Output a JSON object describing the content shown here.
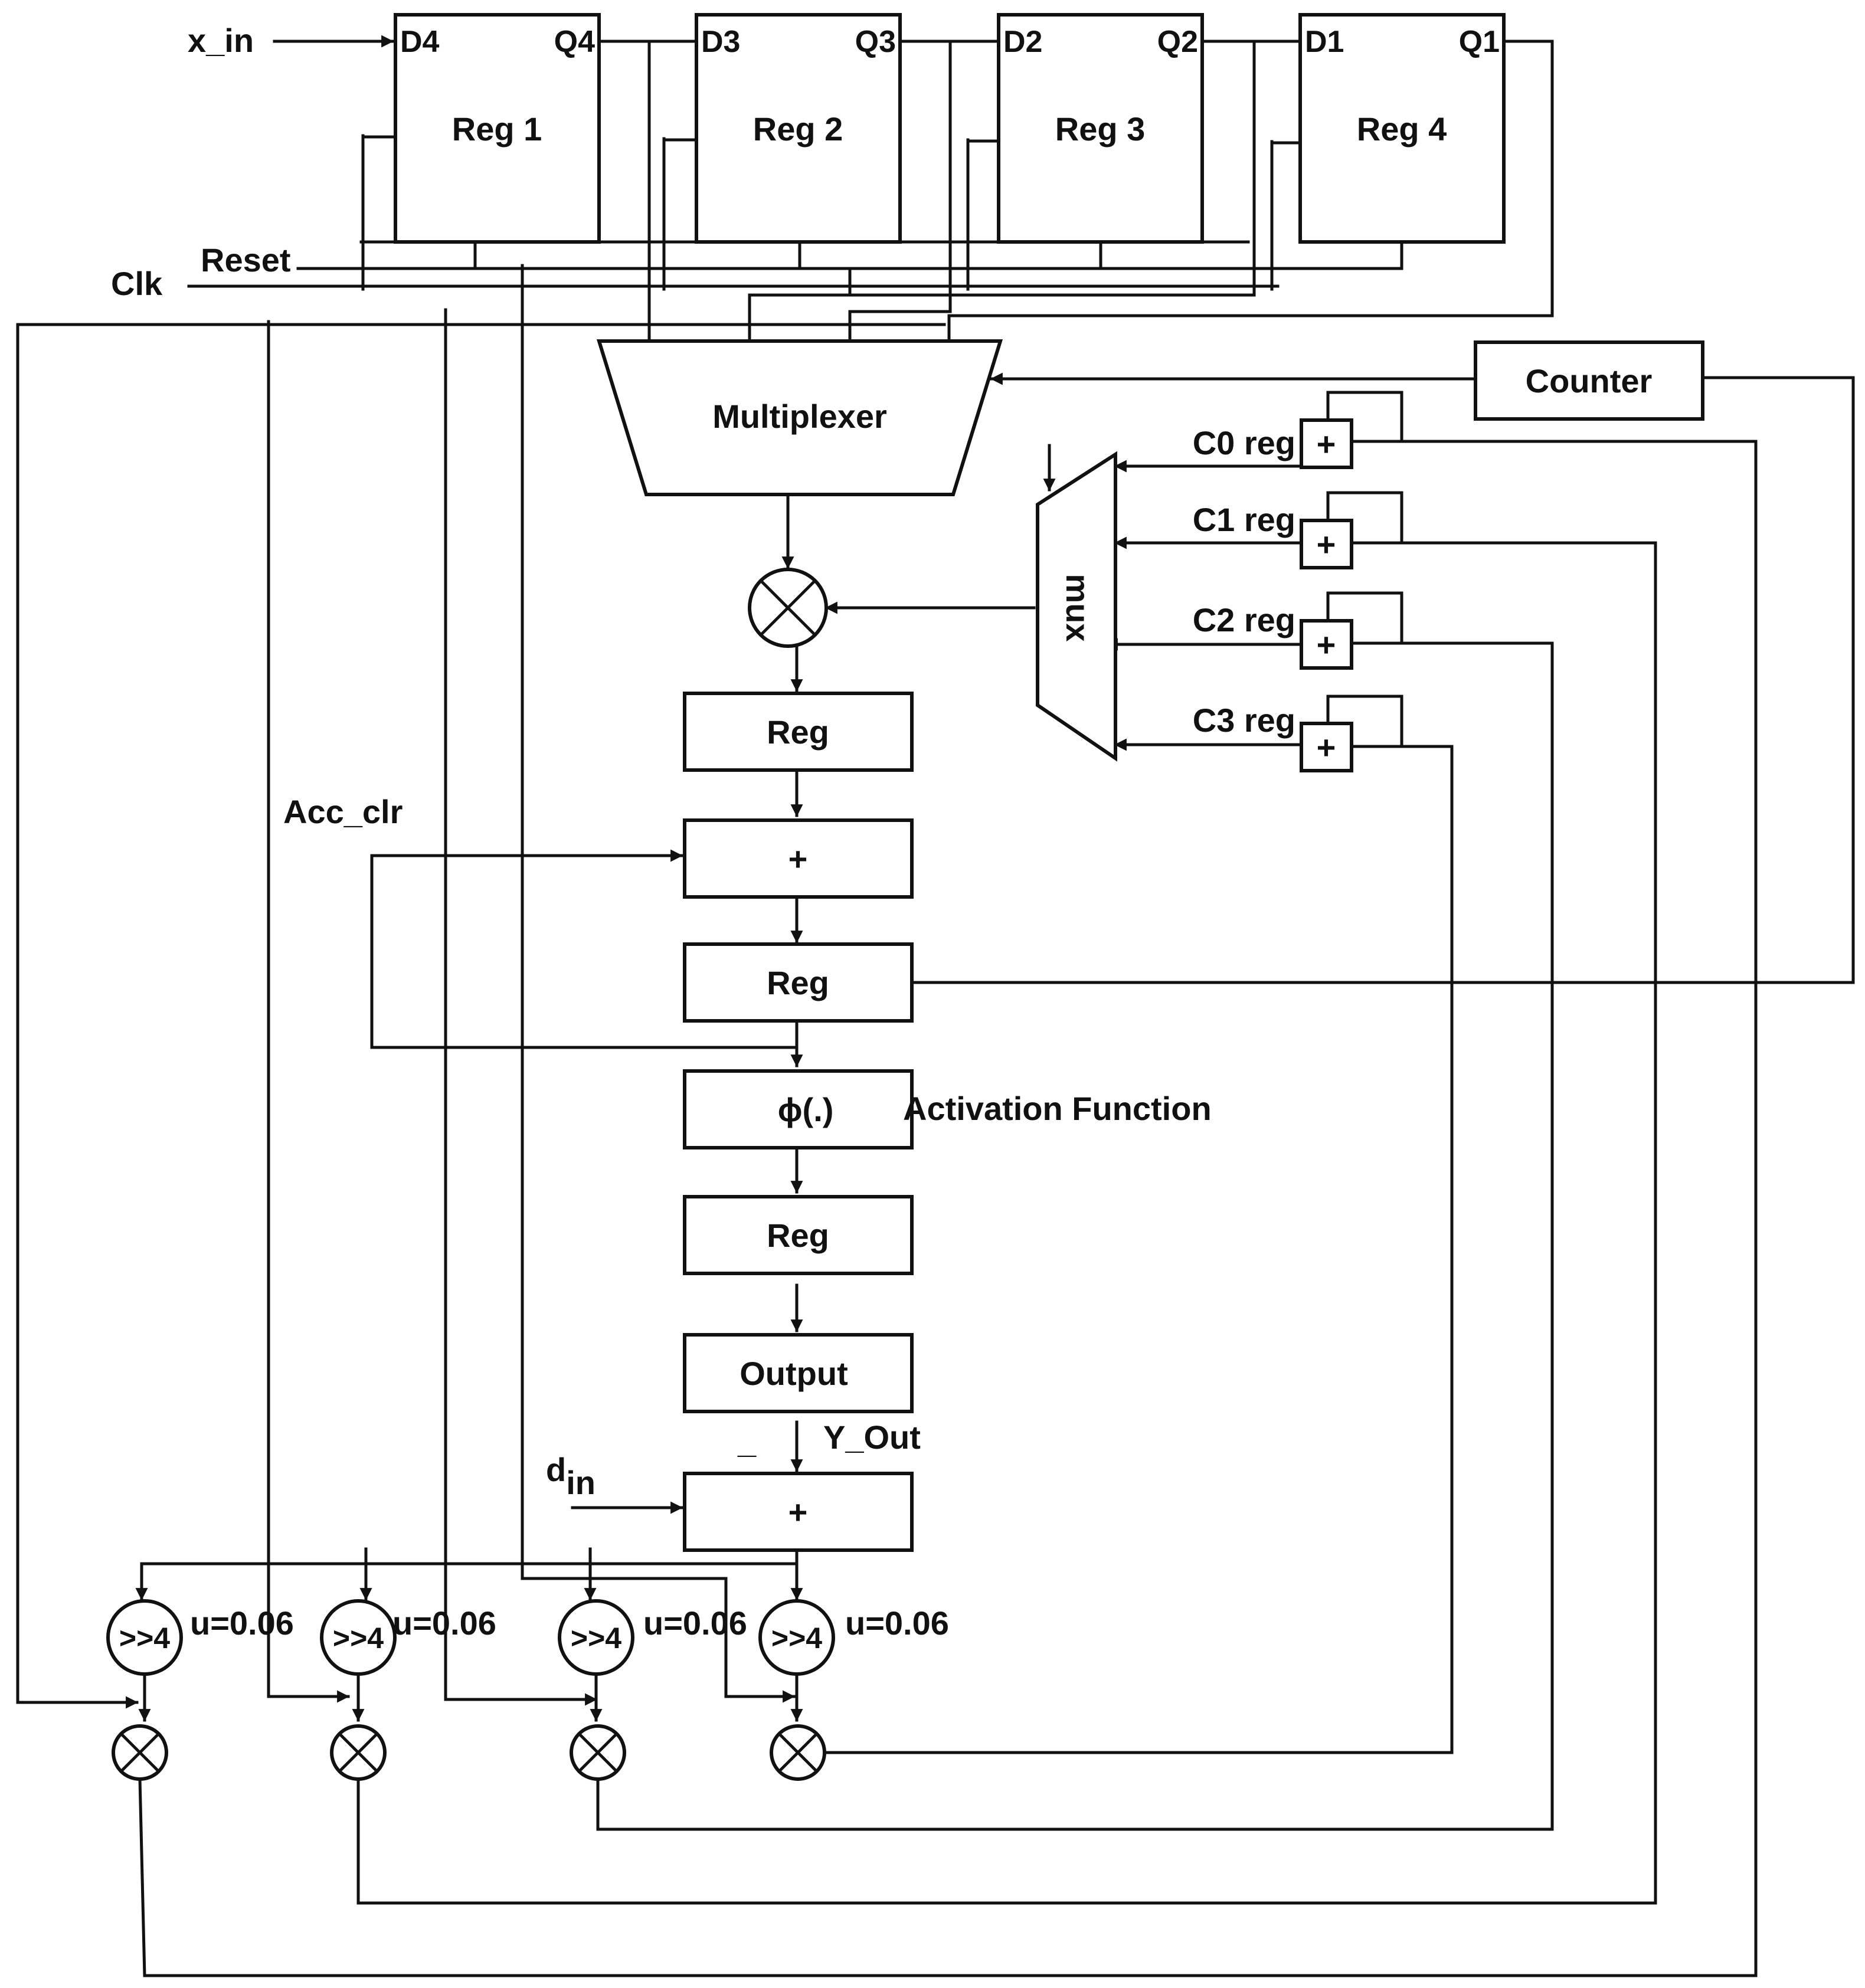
{
  "colors": {
    "ink": "#111111",
    "background": "#ffffff"
  },
  "signals": {
    "x_in": "x_in",
    "reset": "Reset",
    "clk": "Clk",
    "acc_clr": "Acc_clr",
    "d_in_main": "d",
    "d_in_sub": "in",
    "y_out": "Y_Out",
    "y_out_bar": "_"
  },
  "registers": [
    {
      "name": "Reg 1",
      "d": "D4",
      "q": "Q4"
    },
    {
      "name": "Reg 2",
      "d": "D3",
      "q": "Q3"
    },
    {
      "name": "Reg 3",
      "d": "D2",
      "q": "Q2"
    },
    {
      "name": "Reg 4",
      "d": "D1",
      "q": "Q1"
    }
  ],
  "blocks": {
    "multiplexer": "Multiplexer",
    "mux": "mux",
    "counter": "Counter",
    "reg": "Reg",
    "adder": "+",
    "activation": "ϕ(.)",
    "activation_label": "Activation Function",
    "output": "Output"
  },
  "coef_regs": [
    "C0 reg",
    "C1 reg",
    "C2 reg",
    "C3 reg"
  ],
  "update": {
    "shift": ">>4",
    "mu_labels": [
      "u=0.06",
      "u=0.06",
      "u=0.06",
      "u=0.06"
    ]
  }
}
